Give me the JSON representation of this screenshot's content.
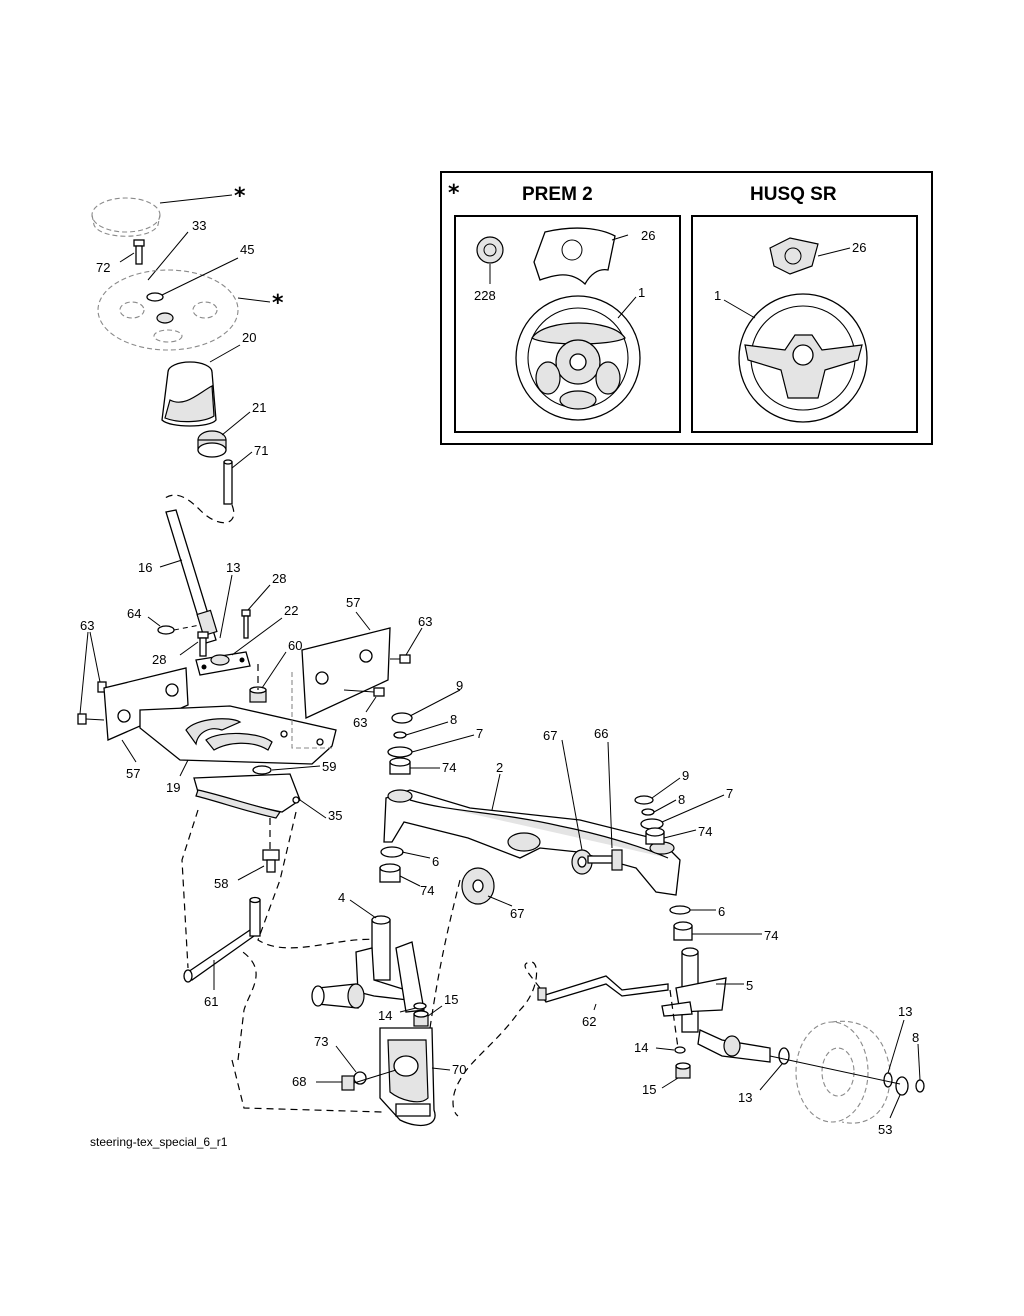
{
  "drawing_id": "steering-tex_special_6_r1",
  "inset": {
    "marker": "*",
    "variant_left": "PREM 2",
    "variant_right": "HUSQ SR"
  },
  "callouts": {
    "c_star_cap": "*",
    "c33": "33",
    "c72": "72",
    "c45": "45",
    "c_star_wheel": "*",
    "c20": "20",
    "c21": "21",
    "c71": "71",
    "c16": "16",
    "c13a": "13",
    "c28a": "28",
    "c64": "64",
    "c22": "22",
    "c28b": "28",
    "c63a": "63",
    "c57a": "57",
    "c63b": "63",
    "c60": "60",
    "c63c": "63",
    "c57b": "57",
    "c19": "19",
    "c59": "59",
    "c35": "35",
    "c58": "58",
    "c61": "61",
    "c4": "4",
    "c9a": "9",
    "c8a": "8",
    "c7a": "7",
    "c74a": "74",
    "c6a": "6",
    "c74b": "74",
    "c2": "2",
    "c67a": "67",
    "c66": "66",
    "c9b": "9",
    "c8b": "8",
    "c7b": "7",
    "c74c": "74",
    "c67b": "67",
    "c6b": "6",
    "c74d": "74",
    "c5": "5",
    "c62": "62",
    "c14a": "14",
    "c15a": "15",
    "c73": "73",
    "c70": "70",
    "c68": "68",
    "c14b": "14",
    "c15b": "15",
    "c13b": "13",
    "c13c": "13",
    "c8c": "8",
    "c53": "53",
    "i26a": "26",
    "i228": "228",
    "i1a": "1",
    "i26b": "26",
    "i1b": "1"
  }
}
